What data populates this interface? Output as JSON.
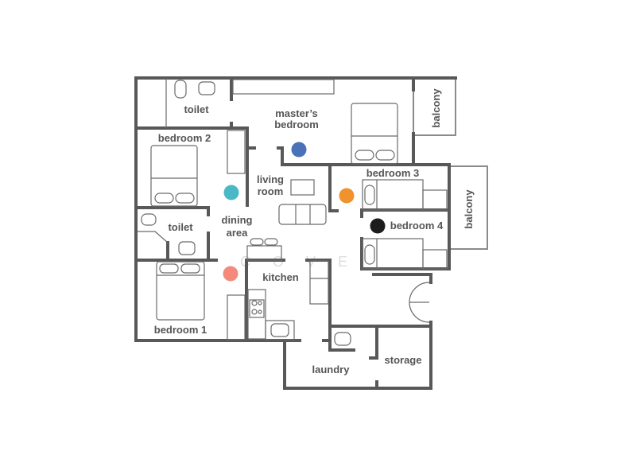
{
  "rooms": {
    "toilet_top": "toilet",
    "master_line1": "master’s",
    "master_line2": "bedroom",
    "bedroom2": "bedroom 2",
    "living_line1": "living",
    "living_line2": "room",
    "bedroom3": "bedroom 3",
    "bedroom4": "bedroom 4",
    "balcony_top": "balcony",
    "balcony_right": "balcony",
    "toilet_left": "toilet",
    "dining_line1": "dining",
    "dining_line2": "area",
    "kitchen": "kitchen",
    "bedroom1": "bedroom 1",
    "laundry": "laundry",
    "storage": "storage"
  },
  "watermark": "COVE",
  "markers": [
    {
      "name": "master-bedroom-marker",
      "color": "#4a72b8"
    },
    {
      "name": "bedroom-2-marker",
      "color": "#4bb9c5"
    },
    {
      "name": "bedroom-3-marker",
      "color": "#f0922e"
    },
    {
      "name": "bedroom-4-marker",
      "color": "#1c1c1c"
    },
    {
      "name": "bedroom-1-marker",
      "color": "#f58a7c"
    }
  ]
}
